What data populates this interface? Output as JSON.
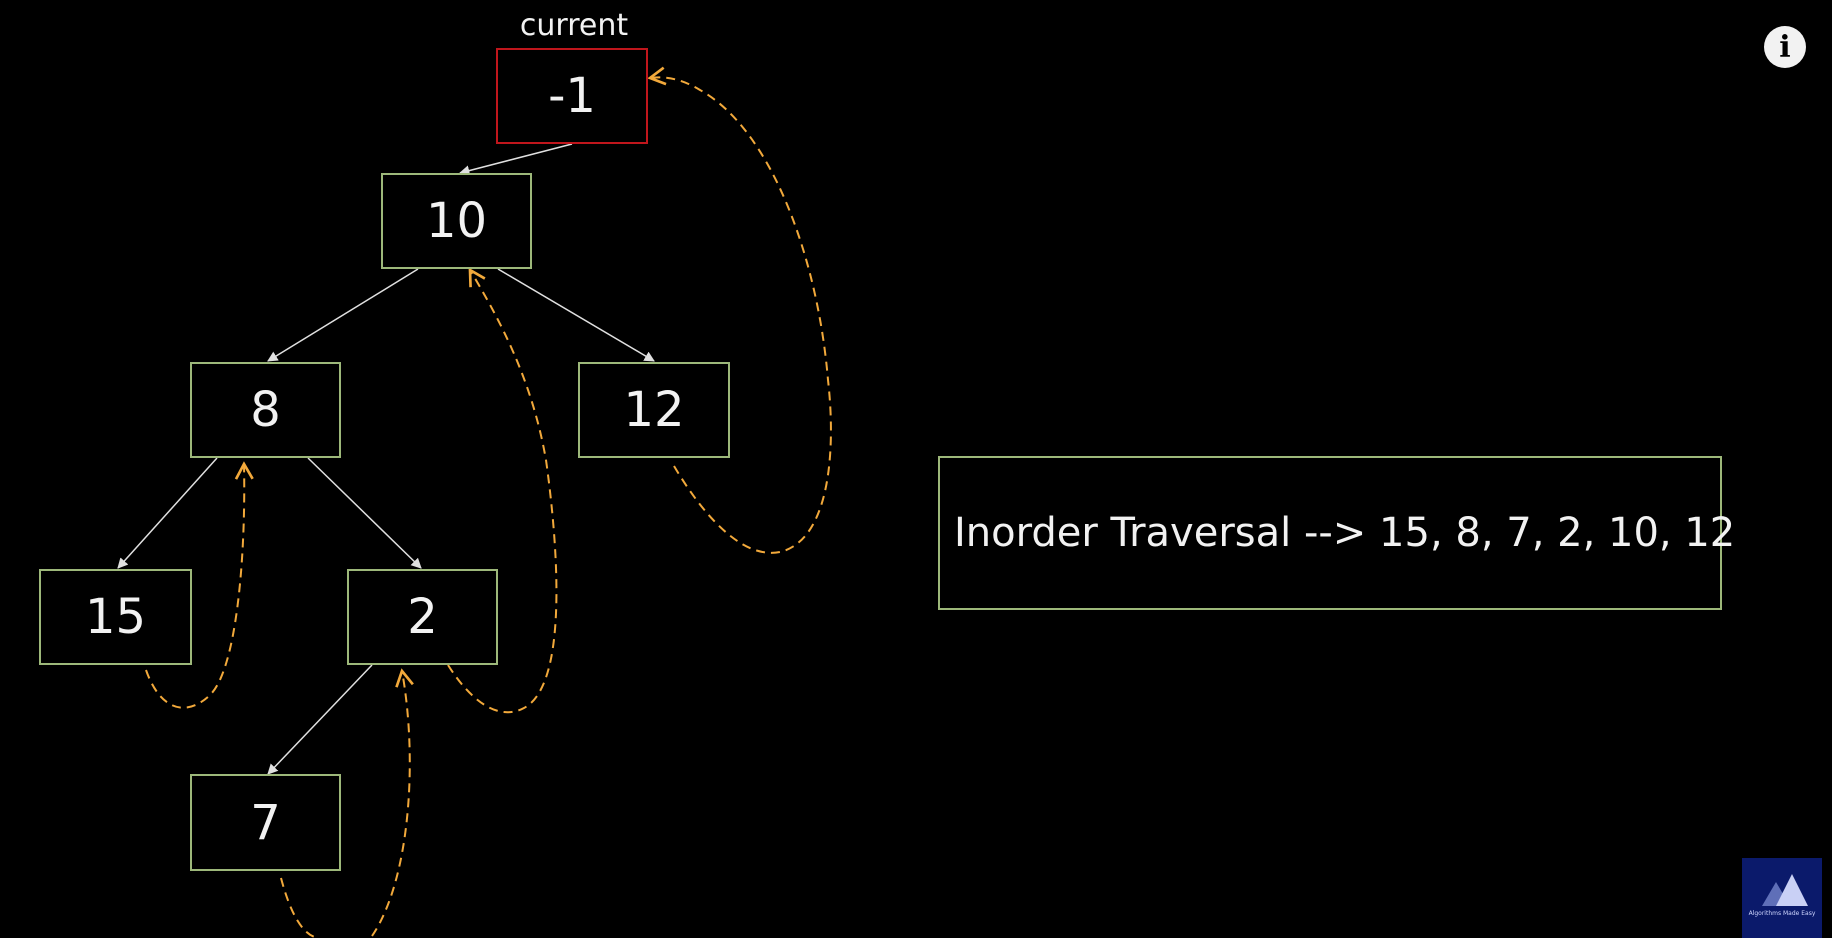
{
  "header": {
    "current_label": "current"
  },
  "tree": {
    "nodes": [
      {
        "id": "n-1",
        "value": "-1",
        "role": "current"
      },
      {
        "id": "n10",
        "value": "10"
      },
      {
        "id": "n8",
        "value": "8"
      },
      {
        "id": "n12",
        "value": "12"
      },
      {
        "id": "n15",
        "value": "15"
      },
      {
        "id": "n2",
        "value": "2"
      },
      {
        "id": "n7",
        "value": "7"
      }
    ],
    "edges": [
      [
        "-1",
        "10"
      ],
      [
        "10",
        "8"
      ],
      [
        "10",
        "12"
      ],
      [
        "8",
        "15"
      ],
      [
        "8",
        "2"
      ],
      [
        "2",
        "7"
      ]
    ],
    "thread_links": [
      [
        "15",
        "8"
      ],
      [
        "7",
        "2"
      ],
      [
        "2",
        "10"
      ],
      [
        "12",
        "-1"
      ]
    ]
  },
  "traversal": {
    "text": "Inorder Traversal --> 15, 8, 7, 2, 10, 12"
  },
  "ui": {
    "info_icon": "info-icon",
    "logo_text": "Algorithms Made Easy"
  },
  "colors": {
    "background": "#000000",
    "node_border": "#9db87a",
    "current_border": "#c0161c",
    "thread_arrow": "#f2a93b",
    "edge": "#e0e0e0"
  }
}
